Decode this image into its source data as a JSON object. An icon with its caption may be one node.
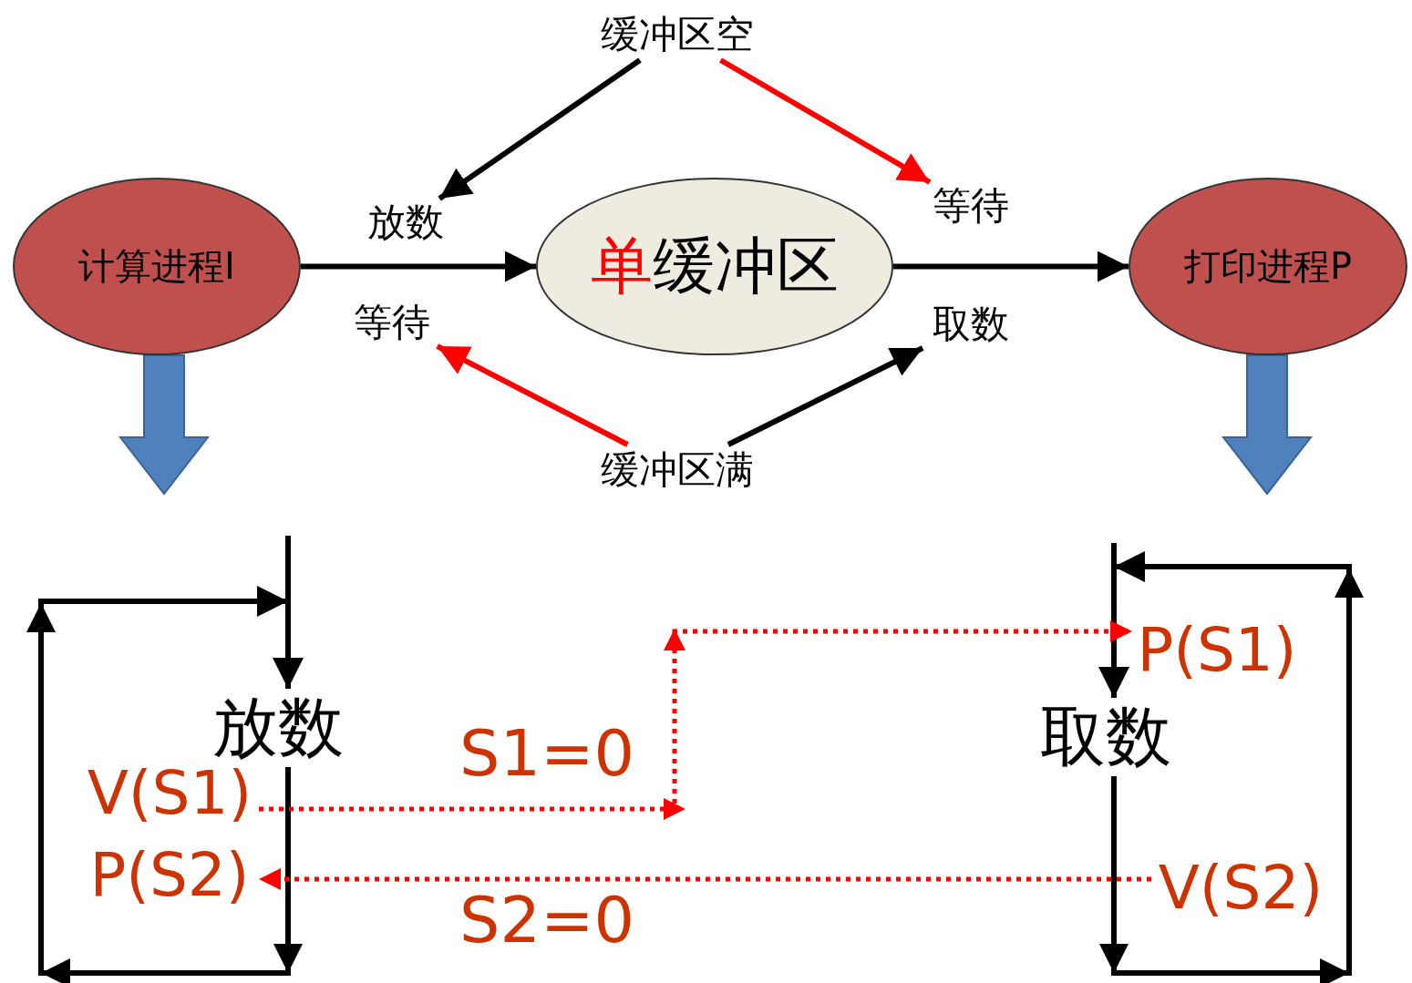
{
  "diagram": {
    "nodes": [
      {
        "text": [
          "计算进程I"
        ]
      },
      {
        "text": [
          "放数"
        ]
      },
      {
        "text": [
          "等待"
        ]
      },
      {
        "text": [
          "单缓冲区"
        ]
      },
      {
        "text": [
          "等待"
        ]
      },
      {
        "text": [
          "取数"
        ]
      },
      {
        "text": [
          "打印进程P"
        ]
      },
      {
        "text": [
          "缓冲区空"
        ]
      },
      {
        "text": [
          "缓冲区满"
        ]
      },
      {
        "text": [
          "放数"
        ]
      },
      {
        "text": [
          "V(S1)"
        ]
      },
      {
        "text": [
          "P(S2)"
        ]
      },
      {
        "text": [
          "P(S1)"
        ]
      },
      {
        "text": [
          "取数"
        ]
      },
      {
        "text": [
          "V(S2)"
        ]
      }
    ],
    "edges": [
      {
        "from": 7,
        "to": 1,
        "arrow": "to"
      },
      {
        "from": 7,
        "to": 4,
        "arrow": "to",
        "color": "#ff0000"
      },
      {
        "from": 0,
        "to": 3,
        "arrow": "to"
      },
      {
        "from": 3,
        "to": 6,
        "arrow": "to"
      },
      {
        "from": 8,
        "to": 2,
        "arrow": "to",
        "color": "#ff0000"
      },
      {
        "from": 8,
        "to": 5,
        "arrow": "to"
      },
      {
        "from": 0,
        "to": null,
        "arrow": "to",
        "style": "thick",
        "color": "#4f81bd"
      },
      {
        "from": 6,
        "to": null,
        "arrow": "to",
        "style": "thick",
        "color": "#4f81bd"
      },
      {
        "from": null,
        "to": 9,
        "arrow": "to"
      },
      {
        "from": 9,
        "to": null,
        "arrow": "to"
      },
      {
        "from": null,
        "to": 13,
        "arrow": "to"
      },
      {
        "from": 13,
        "to": null,
        "arrow": "to"
      },
      {
        "from": 10,
        "to": 12,
        "arrow": "to",
        "label": "S1=0",
        "style": "dashed",
        "color": "#ff0000"
      },
      {
        "from": 14,
        "to": 11,
        "arrow": "to",
        "label": "S2=0",
        "style": "dashed",
        "color": "#ff0000"
      }
    ]
  }
}
